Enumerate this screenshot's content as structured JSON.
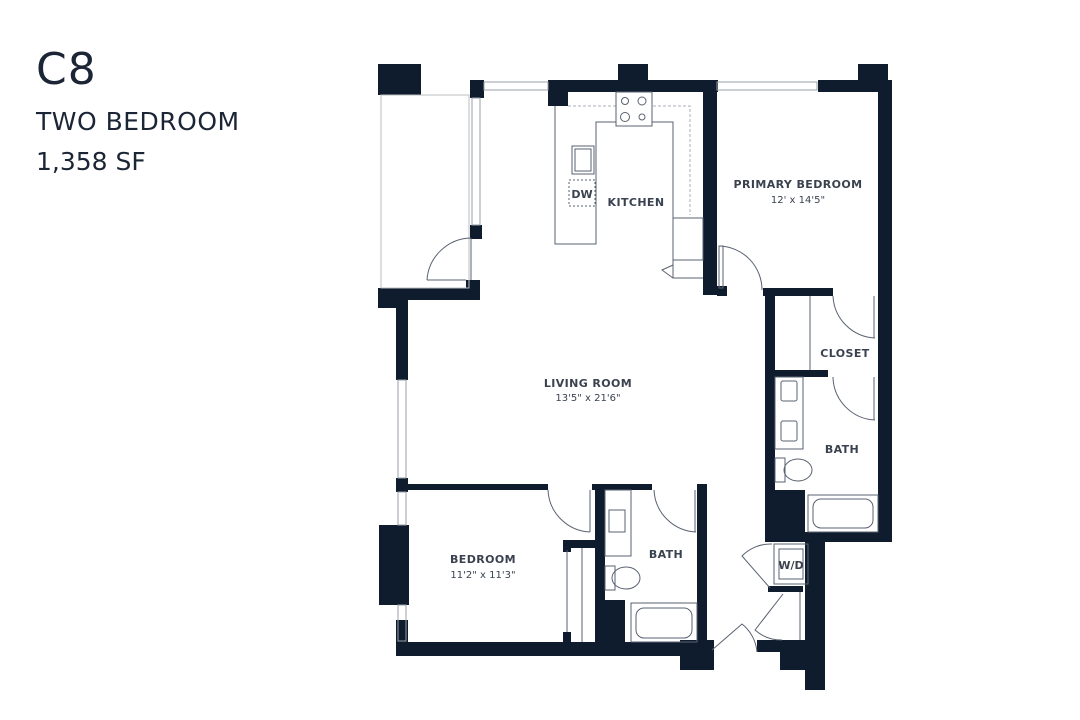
{
  "unit": {
    "name": "C8",
    "type": "TWO BEDROOM",
    "size": "1,358 SF"
  },
  "colors": {
    "wall": "#0f1c2e",
    "text": "#1b2535",
    "label": "#3a4250",
    "background": "#ffffff"
  },
  "rooms": {
    "kitchen": {
      "label": "KITCHEN"
    },
    "primary_bedroom": {
      "label": "PRIMARY BEDROOM",
      "dims": "12' x 14'5\""
    },
    "closet": {
      "label": "CLOSET"
    },
    "primary_bath": {
      "label": "BATH"
    },
    "living_room": {
      "label": "LIVING ROOM",
      "dims": "13'5\" x 21'6\""
    },
    "bedroom": {
      "label": "BEDROOM",
      "dims": "11'2\" x 11'3\""
    },
    "bath": {
      "label": "BATH"
    }
  },
  "fixtures": {
    "dishwasher": "DW",
    "washer_dryer": "W/D"
  }
}
